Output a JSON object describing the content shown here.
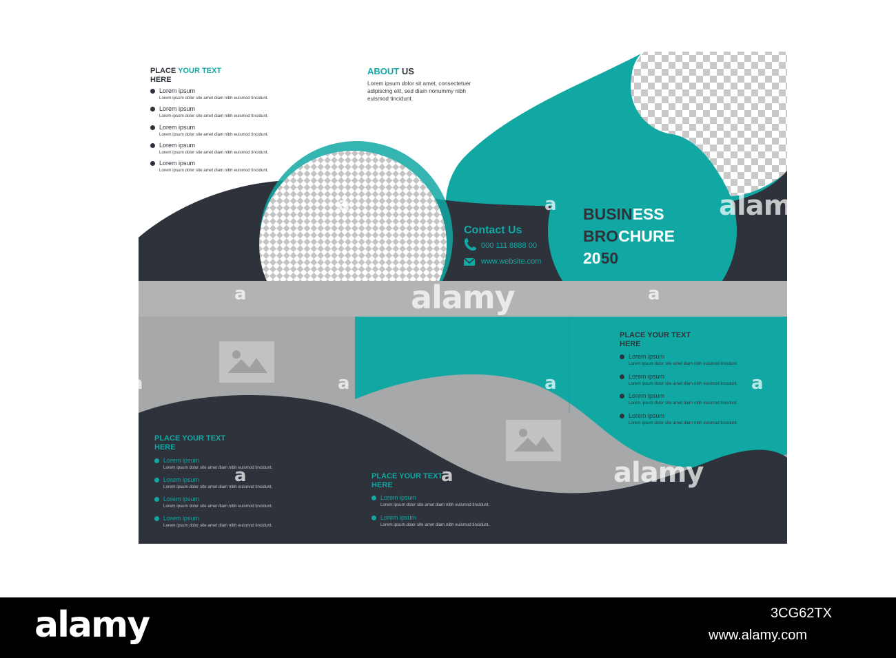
{
  "colors": {
    "teal": "#11a8a4",
    "dark": "#2e333b",
    "gray": "#b3b3b3",
    "white": "#ffffff",
    "bodytext": "#3a3a3a"
  },
  "panel_top_left": {
    "heading_a": "PLACE ",
    "heading_b": "YOUR TEXT",
    "heading_c": "HERE",
    "items": [
      {
        "title": "Lorem ipsum",
        "desc": "Lorem ipsum dolor site amet diam nibh euismod tincidunt."
      },
      {
        "title": "Lorem ipsum",
        "desc": "Lorem ipsum dolor site amet diam nibh euismod tincidunt."
      },
      {
        "title": "Lorem ipsum",
        "desc": "Lorem ipsum dolor site amet diam nibh euismod tincidunt."
      },
      {
        "title": "Lorem ipsum",
        "desc": "Lorem ipsum dolor site amet diam nibh euismod tincidunt."
      },
      {
        "title": "Lorem ipsum",
        "desc": "Lorem ipsum dolor site amet diam nibh euismod tincidunt."
      }
    ]
  },
  "about": {
    "heading_a": "ABOUT",
    "heading_b": " US",
    "lines": [
      "Lorem ipsum dolor sit amet, consectetuer",
      "adipiscing elit, sed diam nonummy nibh",
      "euismod tincidunt."
    ]
  },
  "contact": {
    "heading": "Contact Us",
    "phone": "000 111 8888 00",
    "website": "www.website.com",
    "phone_icon": "phone-icon",
    "mail_icon": "mail-icon"
  },
  "cover": {
    "l1a": "BUSIN",
    "l1b": "ESS",
    "l2a": "BRO",
    "l2b": "CHURE",
    "l3a": "20",
    "l3b": "50"
  },
  "panel_right": {
    "heading_1": "PLACE YOUR TEXT",
    "heading_2": "HERE",
    "items": [
      {
        "title": "Lorem ipsum",
        "desc": "Lorem ipsum dolor site amet diam nibh euismod tincidunt."
      },
      {
        "title": "Lorem ipsum",
        "desc": "Lorem ipsum dolor site amet diam nibh euismod tincidunt."
      },
      {
        "title": "Lorem ipsum",
        "desc": "Lorem ipsum dolor site amet diam nibh euismod tincidunt."
      },
      {
        "title": "Lorem ipsum",
        "desc": "Lorem ipsum dolor site amet diam nibh euismod tincidunt."
      }
    ]
  },
  "panel_bottom_left": {
    "heading_1": "PLACE YOUR TEXT",
    "heading_2": "HERE",
    "items": [
      {
        "title": "Lorem ipsum",
        "desc": "Lorem ipsum dolor site amet diam nibh euismod tincidunt."
      },
      {
        "title": "Lorem ipsum",
        "desc": "Lorem ipsum dolor site amet diam nibh euismod tincidunt."
      },
      {
        "title": "Lorem ipsum",
        "desc": "Lorem ipsum dolor site amet diam nibh euismod tincidunt."
      },
      {
        "title": "Lorem ipsum",
        "desc": "Lorem ipsum dolor site amet diam nibh euismod tincidunt."
      }
    ]
  },
  "panel_bottom_mid": {
    "heading_1": "PLACE YOUR TEXT",
    "heading_2": "HERE",
    "items": [
      {
        "title": "Lorem ipsum",
        "desc": "Lorem ipsum dolor site amet diam nibh euismod tincidunt."
      },
      {
        "title": "Lorem ipsum",
        "desc": "Lorem ipsum dolor site amet diam nibh euismod tincidunt."
      }
    ]
  },
  "image_icon": "image-placeholder-icon",
  "watermark": {
    "big": "alamy",
    "small": "a"
  },
  "footer": {
    "logo": "alamy",
    "code": "3CG62TX",
    "site": "www.alamy.com"
  }
}
